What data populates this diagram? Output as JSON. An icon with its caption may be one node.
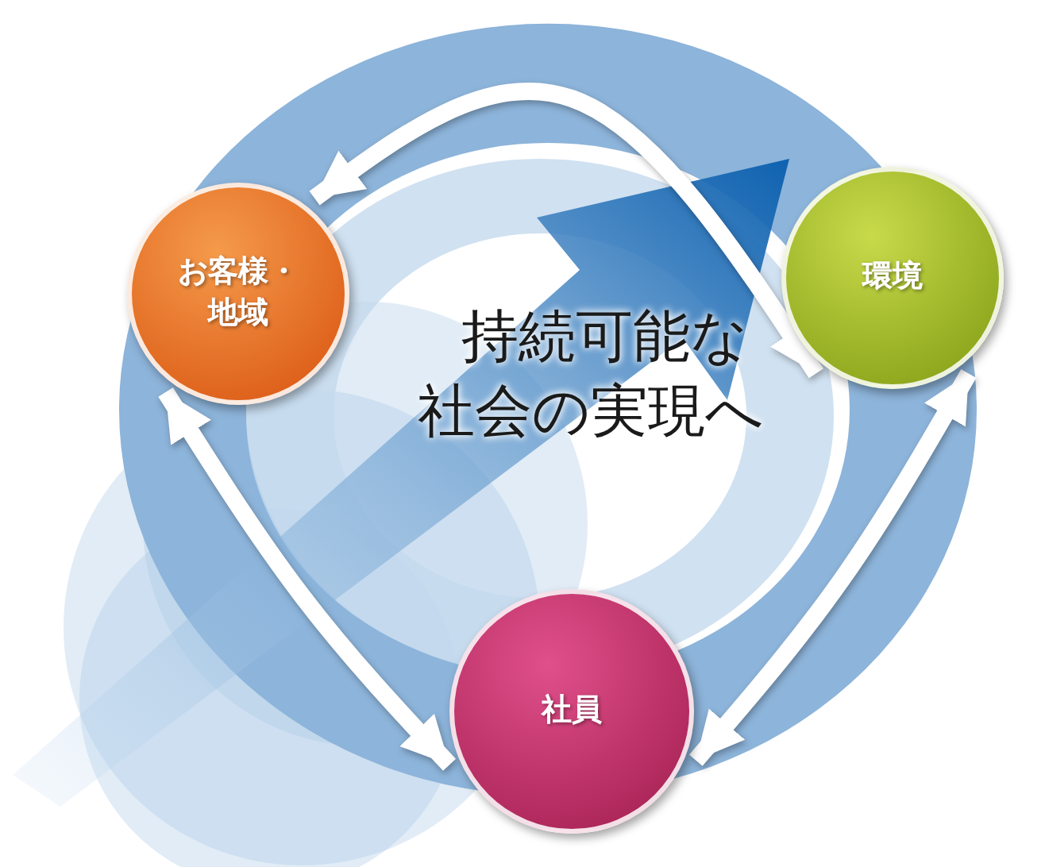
{
  "diagram": {
    "nodes": [
      {
        "text": [
          "お客様・地域"
        ]
      },
      {
        "text": [
          "環境"
        ]
      },
      {
        "text": [
          "社員"
        ]
      }
    ],
    "edges": [
      {
        "from": 0,
        "to": 1,
        "arrow": "both"
      },
      {
        "from": 0,
        "to": 2,
        "arrow": "both"
      },
      {
        "from": 1,
        "to": 2,
        "arrow": "both"
      }
    ],
    "labels": [
      "持続可能な社会の実現へ"
    ]
  }
}
